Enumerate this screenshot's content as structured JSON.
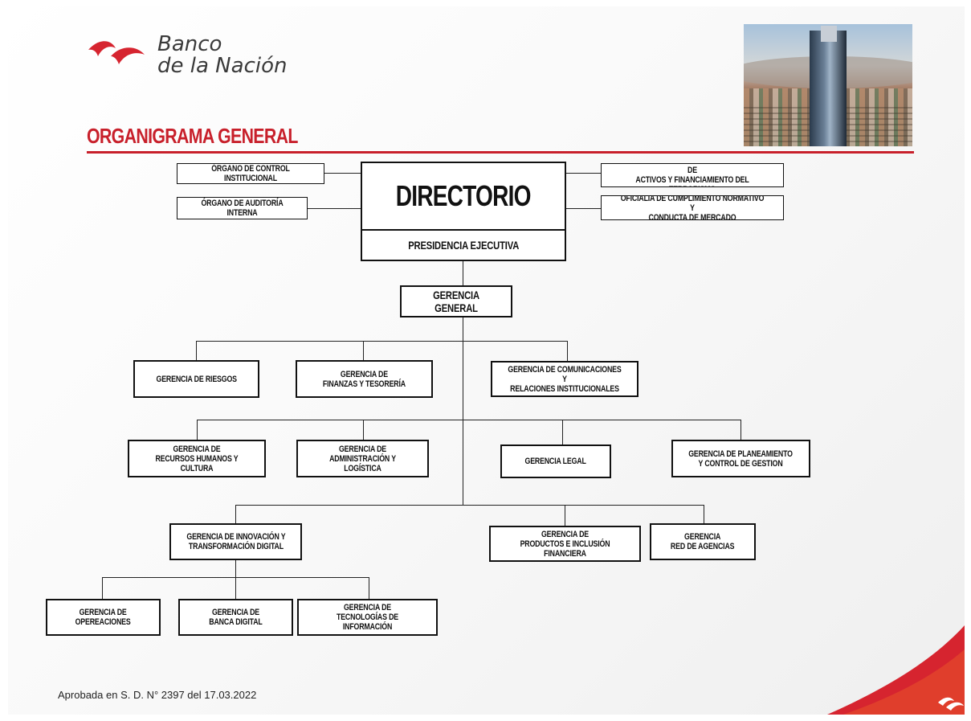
{
  "brand": {
    "line1": "Banco",
    "line2": "de la Nación"
  },
  "title": "ORGANIGRAMA GENERAL",
  "nodes": {
    "control": "ÓRGANO DE CONTROL INSTITUCIONAL",
    "auditoria": "ÓRGANO DE AUDITORÍA INTERNA",
    "directorio": "DIRECTORIO",
    "presidencia": "PRESIDENCIA EJECUTIVA",
    "lavado": "OFICIALÍA DE PREVENCIÓN DE LAVADO DE\nACTIVOS Y FINANCIAMIENTO DEL TERRORISMO",
    "cumplimiento": "OFICIALÍA DE CUMPLIMIENTO NORMATIVO Y\nCONDUCTA DE MERCADO",
    "general": "GERENCIA GENERAL",
    "riesgos": "GERENCIA DE RIESGOS",
    "finanzas": "GERENCIA DE\nFINANZAS Y TESORERÍA",
    "comunicaciones": "GERENCIA DE COMUNICACIONES Y\nRELACIONES INSTITUCIONALES",
    "rrhh": "GERENCIA DE\nRECURSOS HUMANOS Y CULTURA",
    "administracion": "GERENCIA DE\nADMINISTRACIÓN Y LOGÍSTICA",
    "legal": "GERENCIA LEGAL",
    "planeamiento": "GERENCIA  DE PLANEAMIENTO\nY CONTROL DE GESTION",
    "innovacion": "GERENCIA DE INNOVACIÓN Y\nTRANSFORMACIÓN DIGITAL",
    "productos": "GERENCIA DE\nPRODUCTOS E INCLUSIÓN FINANCIERA",
    "agencias": "GERENCIA\nRED DE AGENCIAS",
    "operaciones": "GERENCIA DE\nOPEREACIONES",
    "banca_digital": "GERENCIA DE\nBANCA DIGITAL",
    "tecnologias": "GERENCIA DE\nTECNOLOGÍAS DE INFORMACIÓN"
  },
  "footer": "Aprobada en S. D. N° 2397 del 17.03.2022",
  "colors": {
    "accent": "#c8202b",
    "line": "#222222",
    "text": "#111111"
  },
  "icons": {
    "logo": "banco-nacion-logo-icon",
    "corner": "corner-wave-icon"
  }
}
